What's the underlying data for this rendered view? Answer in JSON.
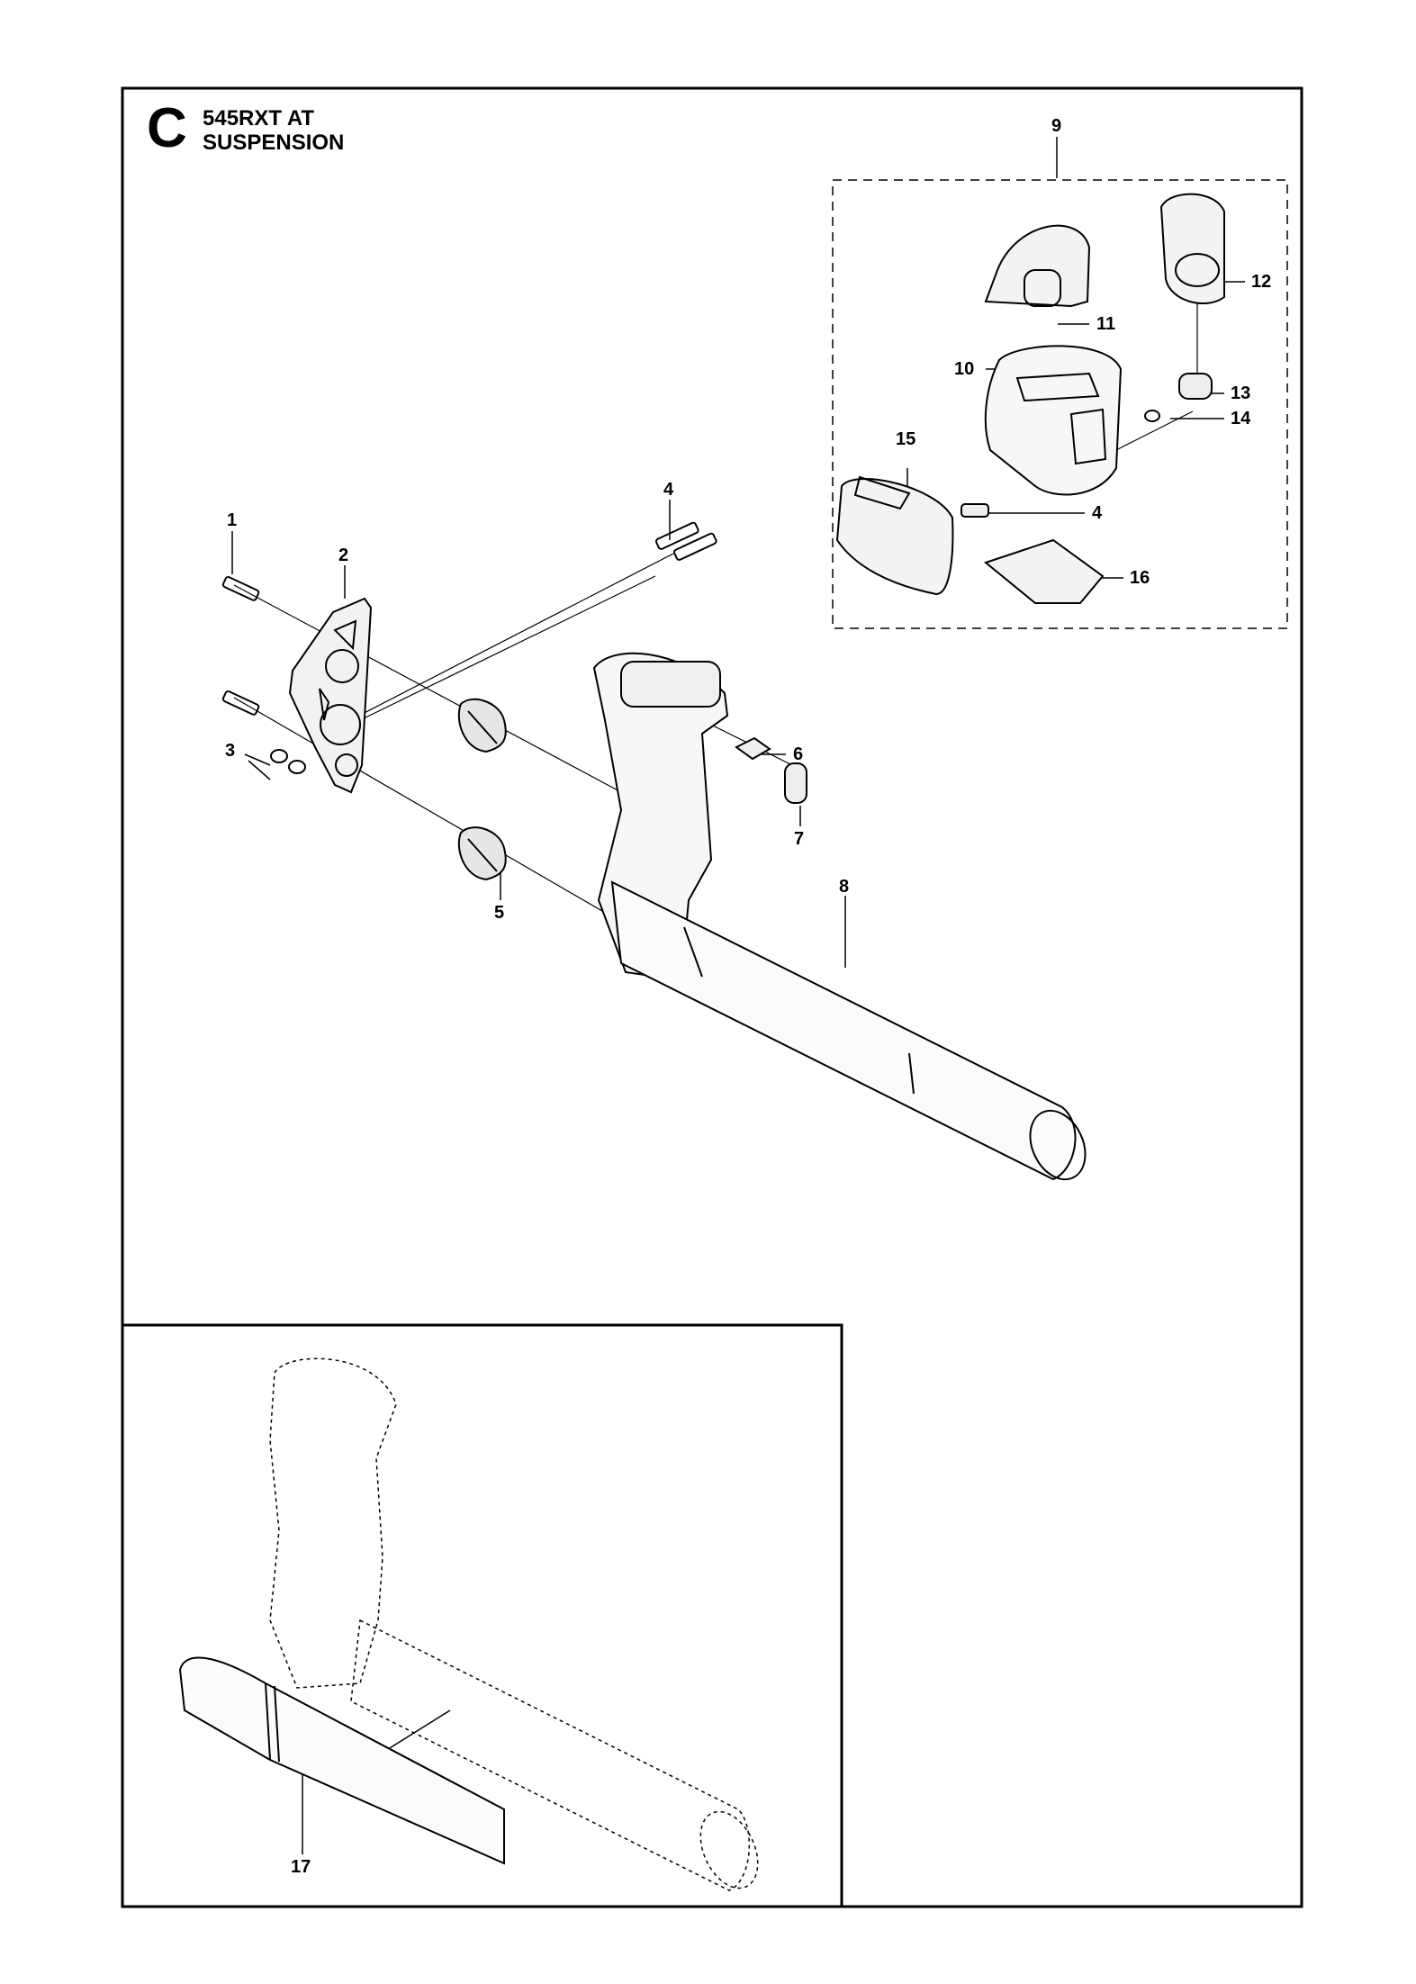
{
  "header": {
    "section_letter": "C",
    "model": "545RXT AT",
    "title": "SUSPENSION"
  },
  "callouts": [
    {
      "id": "c1",
      "label": "1"
    },
    {
      "id": "c2",
      "label": "2"
    },
    {
      "id": "c3",
      "label": "3"
    },
    {
      "id": "c4a",
      "label": "4"
    },
    {
      "id": "c5",
      "label": "5"
    },
    {
      "id": "c6",
      "label": "6"
    },
    {
      "id": "c7",
      "label": "7"
    },
    {
      "id": "c8",
      "label": "8"
    },
    {
      "id": "c9",
      "label": "9"
    },
    {
      "id": "c10",
      "label": "10"
    },
    {
      "id": "c11",
      "label": "11"
    },
    {
      "id": "c12",
      "label": "12"
    },
    {
      "id": "c13",
      "label": "13"
    },
    {
      "id": "c14",
      "label": "14"
    },
    {
      "id": "c4b",
      "label": "4"
    },
    {
      "id": "c15",
      "label": "15"
    },
    {
      "id": "c16",
      "label": "16"
    },
    {
      "id": "c17",
      "label": "17"
    }
  ]
}
